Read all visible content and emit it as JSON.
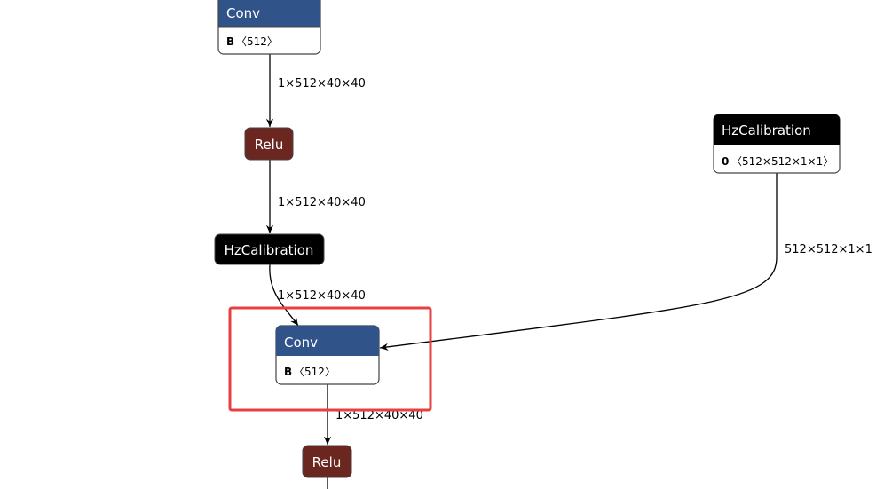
{
  "nodes": {
    "conv_top": {
      "title": "Conv",
      "attr_name": "B",
      "attr_value": "〈512〉"
    },
    "relu_top": {
      "title": "Relu"
    },
    "hzcal_mid": {
      "title": "HzCalibration"
    },
    "hzcal_right": {
      "title": "HzCalibration",
      "attr_name": "0",
      "attr_value": "〈512×512×1×1〉"
    },
    "conv_selected": {
      "title": "Conv",
      "attr_name": "B",
      "attr_value": "〈512〉"
    },
    "relu_bottom": {
      "title": "Relu"
    }
  },
  "edges": {
    "e1": "1×512×40×40",
    "e2": "1×512×40×40",
    "e3": "1×512×40×40",
    "e4": "512×512×1×1",
    "e5": "1×512×40×40"
  },
  "colors": {
    "conv": "#30538a",
    "relu": "#6b2620",
    "calibration": "#000000",
    "selection": "#e84040"
  }
}
